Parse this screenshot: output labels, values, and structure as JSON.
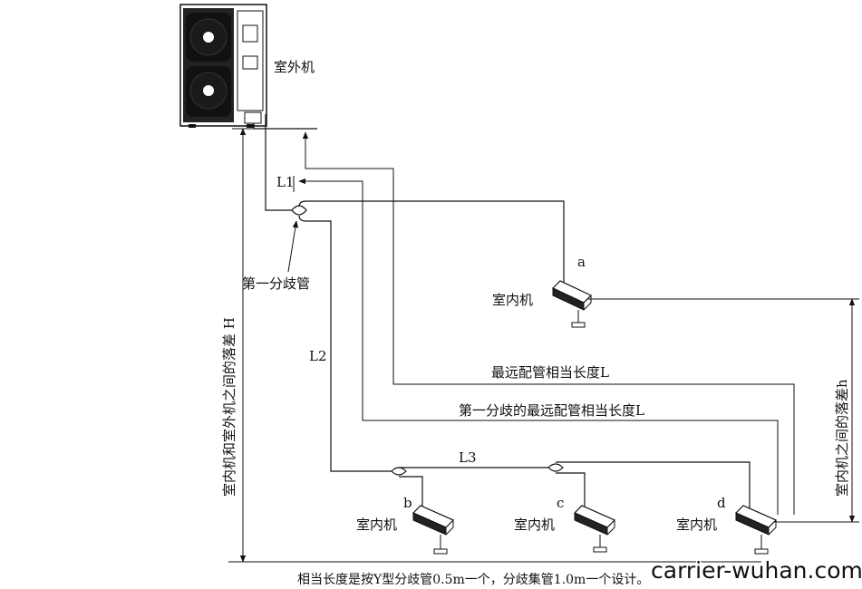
{
  "labels": {
    "outdoor_unit": "室外机",
    "l1": "L1",
    "first_branch": "第一分歧管",
    "l2": "L2",
    "l3": "L3",
    "unit_a_letter": "a",
    "unit_b_letter": "b",
    "unit_c_letter": "c",
    "unit_d_letter": "d",
    "indoor_unit": "室内机",
    "farthest_length": "最远配管相当长度L",
    "first_branch_farthest": "第一分歧的最远配管相当长度L",
    "height_diff_outdoor_indoor": "室内机和室外机之间的落差 H",
    "height_diff_indoor": "室内机之间的落差h",
    "footnote": "相当长度是按Y型分歧管0.5m一个，分歧集管1.0m一个设计。",
    "watermark": "carrier-wuhan.com"
  },
  "colors": {
    "line": "#111111",
    "fan": "#111111",
    "background": "#ffffff"
  }
}
